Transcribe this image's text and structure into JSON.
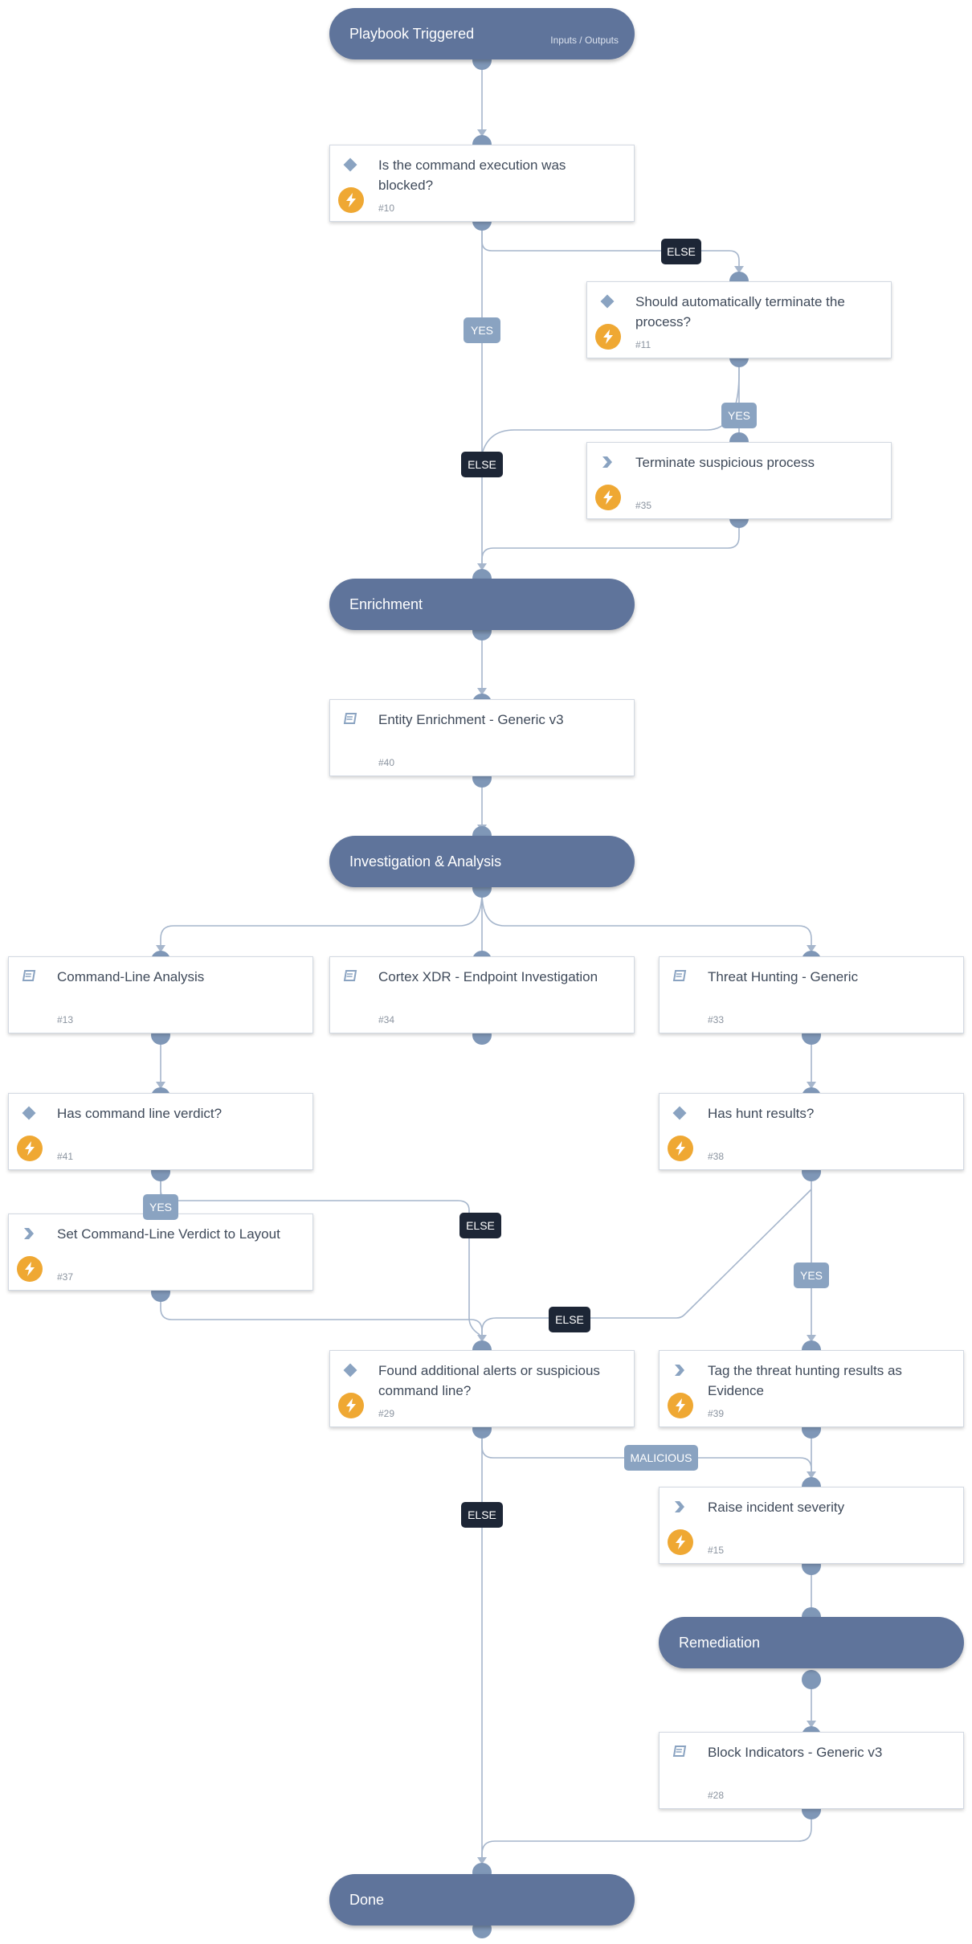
{
  "colors": {
    "header": "#5f749b",
    "dot": "#7f97b7",
    "line": "#a6b6cc",
    "bolt": "#efa833",
    "dark_label": "#1d2636",
    "light_label": "#8aa3c1"
  },
  "headers": {
    "start": {
      "title": "Playbook Triggered",
      "link": "Inputs / Outputs"
    },
    "enrichment": {
      "title": "Enrichment"
    },
    "investigation": {
      "title": "Investigation & Analysis"
    },
    "remediation": {
      "title": "Remediation"
    },
    "done": {
      "title": "Done"
    }
  },
  "tasks": {
    "t10": {
      "title": "Is the command execution was blocked?",
      "num": "#10",
      "icon": "condition-icon"
    },
    "t11": {
      "title": "Should automatically terminate the process?",
      "num": "#11",
      "icon": "condition-icon"
    },
    "t35": {
      "title": "Terminate suspicious process",
      "num": "#35",
      "icon": "action-icon"
    },
    "t40": {
      "title": "Entity Enrichment - Generic v3",
      "num": "#40",
      "icon": "playbook-icon"
    },
    "t13": {
      "title": "Command-Line Analysis",
      "num": "#13",
      "icon": "playbook-icon"
    },
    "t34": {
      "title": "Cortex XDR - Endpoint Investigation",
      "num": "#34",
      "icon": "playbook-icon"
    },
    "t33": {
      "title": "Threat Hunting - Generic",
      "num": "#33",
      "icon": "playbook-icon"
    },
    "t41": {
      "title": "Has command line verdict?",
      "num": "#41",
      "icon": "condition-icon"
    },
    "t38": {
      "title": "Has hunt results?",
      "num": "#38",
      "icon": "condition-icon"
    },
    "t37": {
      "title": "Set Command-Line Verdict to Layout",
      "num": "#37",
      "icon": "action-icon"
    },
    "t29": {
      "title": "Found additional alerts or suspicious command line?",
      "num": "#29",
      "icon": "condition-icon"
    },
    "t39": {
      "title": "Tag the threat hunting results as Evidence",
      "num": "#39",
      "icon": "action-icon"
    },
    "t15": {
      "title": "Raise incident severity",
      "num": "#15",
      "icon": "action-icon"
    },
    "t28": {
      "title": "Block Indicators - Generic v3",
      "num": "#28",
      "icon": "playbook-icon"
    }
  },
  "labels": {
    "else_10": "ELSE",
    "yes_10": "YES",
    "yes_11": "YES",
    "else_11": "ELSE",
    "yes_41": "YES",
    "else_41": "ELSE",
    "yes_38": "YES",
    "else_38": "ELSE",
    "malicious_29": "MALICIOUS",
    "else_29": "ELSE"
  }
}
